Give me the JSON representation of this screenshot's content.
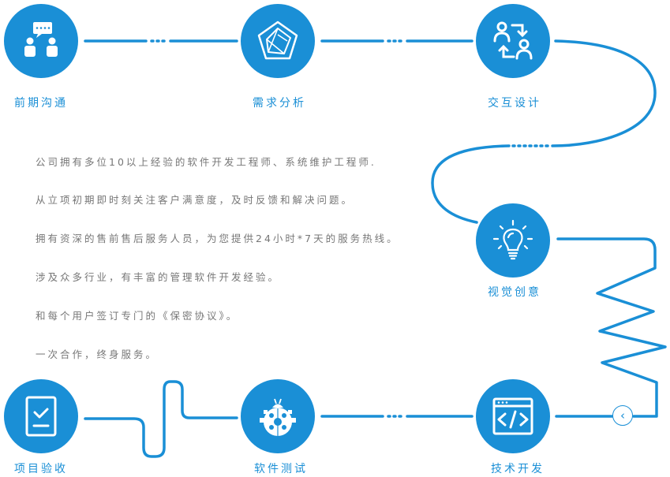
{
  "accent_color": "#1a8fd6",
  "steps": [
    {
      "label": "前期沟通",
      "icon": "discussion-icon"
    },
    {
      "label": "需求分析",
      "icon": "pentagon-analysis-icon"
    },
    {
      "label": "交互设计",
      "icon": "user-exchange-icon"
    },
    {
      "label": "视觉创意",
      "icon": "lightbulb-icon"
    },
    {
      "label": "技术开发",
      "icon": "code-window-icon"
    },
    {
      "label": "软件测试",
      "icon": "ladybug-icon"
    },
    {
      "label": "项目验收",
      "icon": "checklist-icon"
    }
  ],
  "description": [
    "公司拥有多位10以上经验的软件开发工程师、系统维护工程师.",
    "从立项初期即时刻关注客户满意度，及时反馈和解决问题。",
    "拥有资深的售前售后服务人员，为您提供24小时*7天的服务热线。",
    "涉及众多行业，有丰富的管理软件开发经验。",
    "和每个用户签订专门的《保密协议》。",
    "一次合作，终身服务。"
  ],
  "back_button": "‹"
}
